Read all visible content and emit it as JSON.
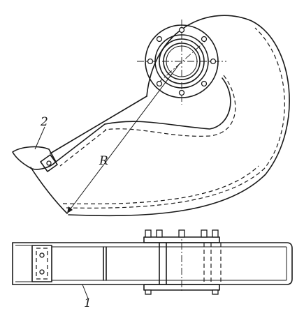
{
  "callouts": {
    "tip": "2",
    "radius": "R",
    "bar": "1"
  }
}
